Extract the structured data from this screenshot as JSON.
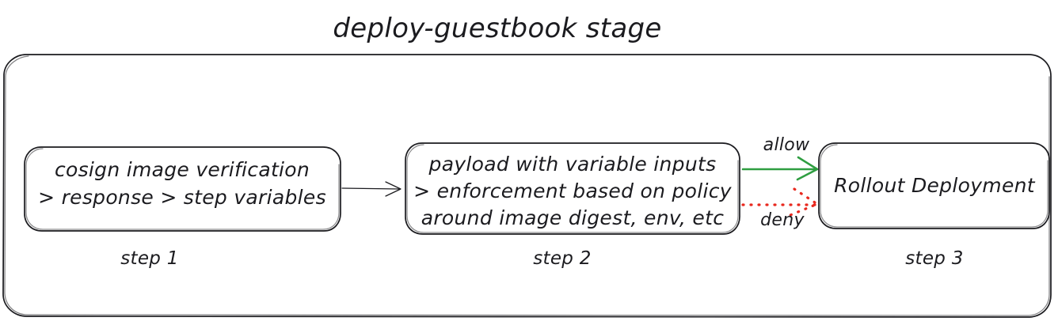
{
  "diagram": {
    "title": "deploy-guestbook stage",
    "background": "#ffffff",
    "ink_color": "#1b1b1f",
    "allow_color": "#2f9e41",
    "deny_color": "#e8281e"
  },
  "container": {
    "name": "deploy-guestbook stage container"
  },
  "steps": [
    {
      "id": "step1",
      "label": "step 1",
      "lines": [
        "cosign image verification",
        "> response > step variables"
      ]
    },
    {
      "id": "step2",
      "label": "step 2",
      "lines": [
        "payload with variable inputs",
        "> enforcement based on policy",
        "around image digest, env, etc"
      ]
    },
    {
      "id": "step3",
      "label": "step 3",
      "lines": [
        "Rollout Deployment"
      ]
    }
  ],
  "connectors": [
    {
      "id": "c1",
      "from": "step1",
      "to": "step2",
      "label": "",
      "style": "solid",
      "color": "#1b1b1f"
    },
    {
      "id": "c2",
      "from": "step2",
      "to": "step3",
      "label": "allow",
      "style": "solid",
      "color": "#2f9e41"
    },
    {
      "id": "c3",
      "from": "step2",
      "to": "step3",
      "label": "deny",
      "style": "dotted",
      "color": "#e8281e"
    }
  ]
}
